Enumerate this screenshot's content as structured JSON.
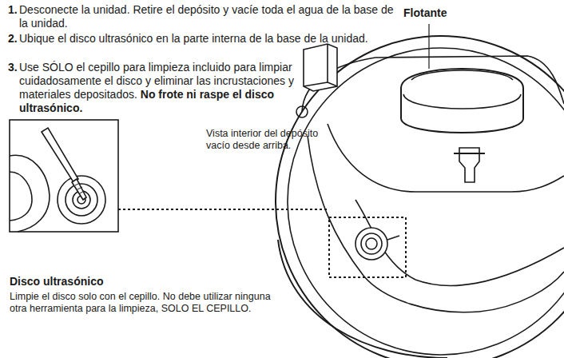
{
  "diagram": {
    "labels": [
      "1.",
      "Desconecte la unidad. Retire el depósito y vacíe toda el agua de la base de la unidad.",
      "2.",
      "Ubique el disco ultrasónico en la parte interna de la base de la unidad.",
      "3.",
      "Use SÓLO el cepillo para limpieza incluido para limpiar cuidadosamente el disco y eliminar las incrustaciones y materiales depositados.",
      "No frote ni raspe el disco ultrasónico.",
      "Flotante",
      "Vista interior del depósito vacío desde arriba.",
      "Disco ultrasónico",
      "Limpie el disco solo con el cepillo. No debe utilizar ninguna otra herramienta para la limpieza, SOLO EL CEPILLO."
    ]
  }
}
